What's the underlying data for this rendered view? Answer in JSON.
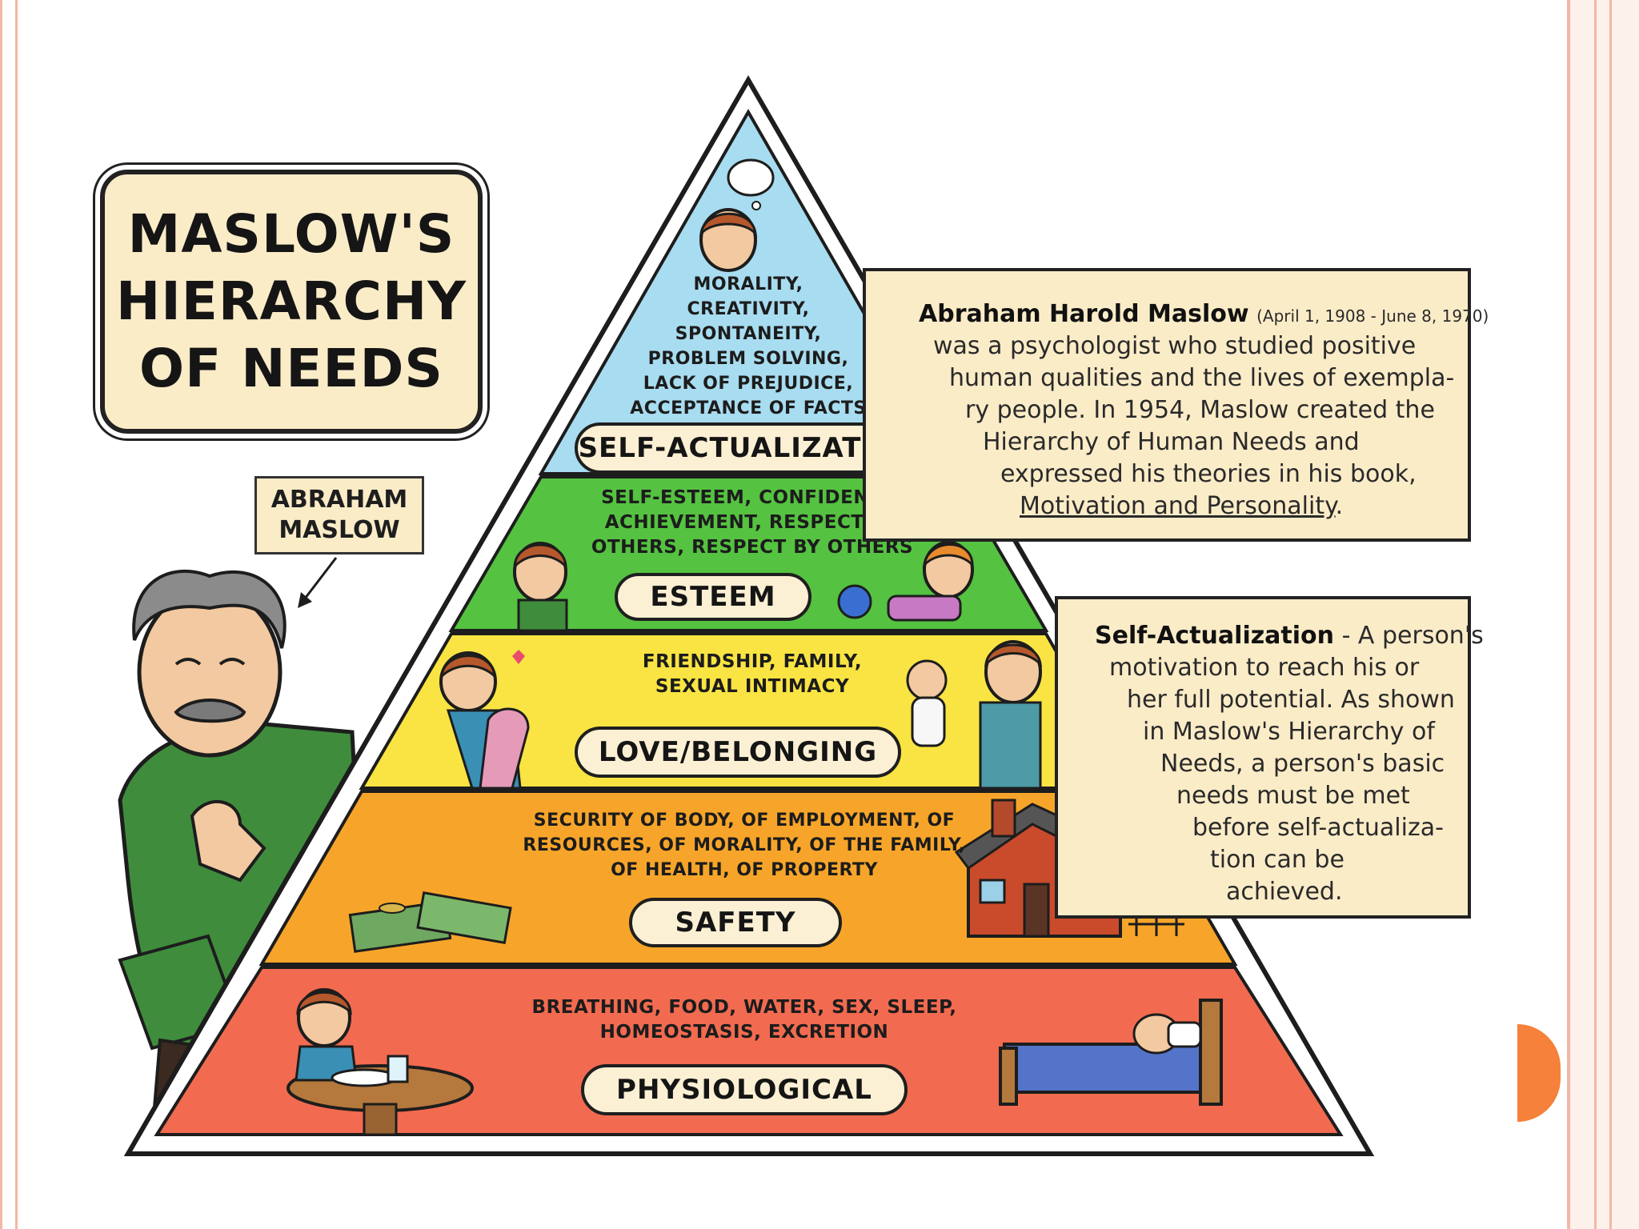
{
  "title": {
    "line1": "MASLOW'S",
    "line2": "HIERARCHY",
    "line3": "OF NEEDS"
  },
  "portrait_label": {
    "line1": "ABRAHAM",
    "line2": "MASLOW"
  },
  "levels": [
    {
      "name": "SELF-ACTUALIZATION",
      "color": "#a8dcf0",
      "lines": [
        "MORALITY,",
        "CREATIVITY,",
        "SPONTANEITY,",
        "PROBLEM SOLVING,",
        "LACK OF PREJUDICE,",
        "ACCEPTANCE OF FACTS"
      ]
    },
    {
      "name": "ESTEEM",
      "color": "#55c241",
      "lines": [
        "SELF-ESTEEM, CONFIDENCE,",
        "ACHIEVEMENT, RESPECT OF",
        "OTHERS, RESPECT BY OTHERS"
      ]
    },
    {
      "name": "LOVE/BELONGING",
      "color": "#f9e443",
      "lines": [
        "FRIENDSHIP, FAMILY,",
        "SEXUAL INTIMACY"
      ]
    },
    {
      "name": "SAFETY",
      "color": "#f7a52a",
      "lines": [
        "SECURITY OF BODY, OF EMPLOYMENT, OF",
        "RESOURCES, OF MORALITY, OF THE FAMILY,",
        "OF HEALTH, OF PROPERTY"
      ]
    },
    {
      "name": "PHYSIOLOGICAL",
      "color": "#f26b50",
      "lines": [
        "BREATHING, FOOD, WATER, SEX, SLEEP,",
        "HOMEOSTASIS, EXCRETION"
      ]
    }
  ],
  "bio_box": {
    "name": "Abraham Harold Maslow",
    "dates": "(April 1, 1908 - June 8, 1970)",
    "lines": [
      "was a psychologist who studied positive",
      "human qualities and the lives of exempla-",
      "ry people. In 1954, Maslow created the",
      "Hierarchy of Human Needs and",
      "expressed his theories in his book,"
    ],
    "book": "Motivation and Personality",
    "book_end": "."
  },
  "definition_box": {
    "term": "Self-Actualization",
    "first_rest": " - A person's",
    "lines": [
      "motivation to reach his or",
      "her full potential. As shown",
      "in Maslow's Hierarchy of",
      "Needs, a person's basic",
      "needs must be met",
      "before self-actualiza-",
      "tion can be",
      "achieved."
    ]
  },
  "colors": {
    "accent": "#f5813a",
    "frame": "#f2b7a7",
    "panel": "#fbecc8"
  }
}
